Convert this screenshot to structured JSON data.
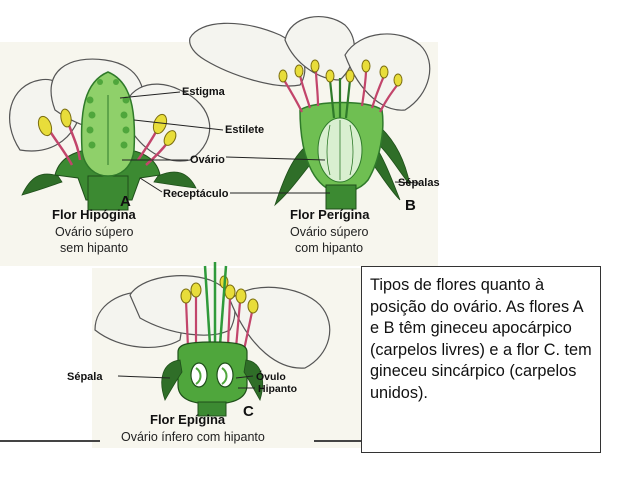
{
  "flowers": [
    {
      "letter": "A",
      "title": "Flor Hipógina",
      "subtitle_line1": "Ovário súpero",
      "subtitle_line2": "sem hipanto",
      "labels": {
        "estigma": "Estigma",
        "estilete": "Estilete",
        "ovario": "Ovário",
        "receptaculo": "Receptáculo"
      }
    },
    {
      "letter": "B",
      "title": "Flor Perígina",
      "subtitle_line1": "Ovário súpero",
      "subtitle_line2": "com hipanto",
      "labels": {
        "sepalas": "Sépalas"
      }
    },
    {
      "letter": "C",
      "title": "Flor Epígina",
      "subtitle_line1": "Ovário ínfero com hipanto",
      "labels": {
        "sepala": "Sépala",
        "ovulo": "Óvulo",
        "hipanto": "Hipanto"
      }
    }
  ],
  "caption": "Tipos de flores quanto à posição do ovário. As flores A e B têm gineceu apocárpico (carpelos livres) e a flor C. tem gineceu sincárpico (carpelos unidos).",
  "colors": {
    "petal": "#f4f4ef",
    "petal_stroke": "#555555",
    "green_dark": "#2f7a2a",
    "green_light": "#8fd06a",
    "anther": "#e8dd3a",
    "filament": "#c2456b",
    "panel": "#f7f6ee"
  }
}
